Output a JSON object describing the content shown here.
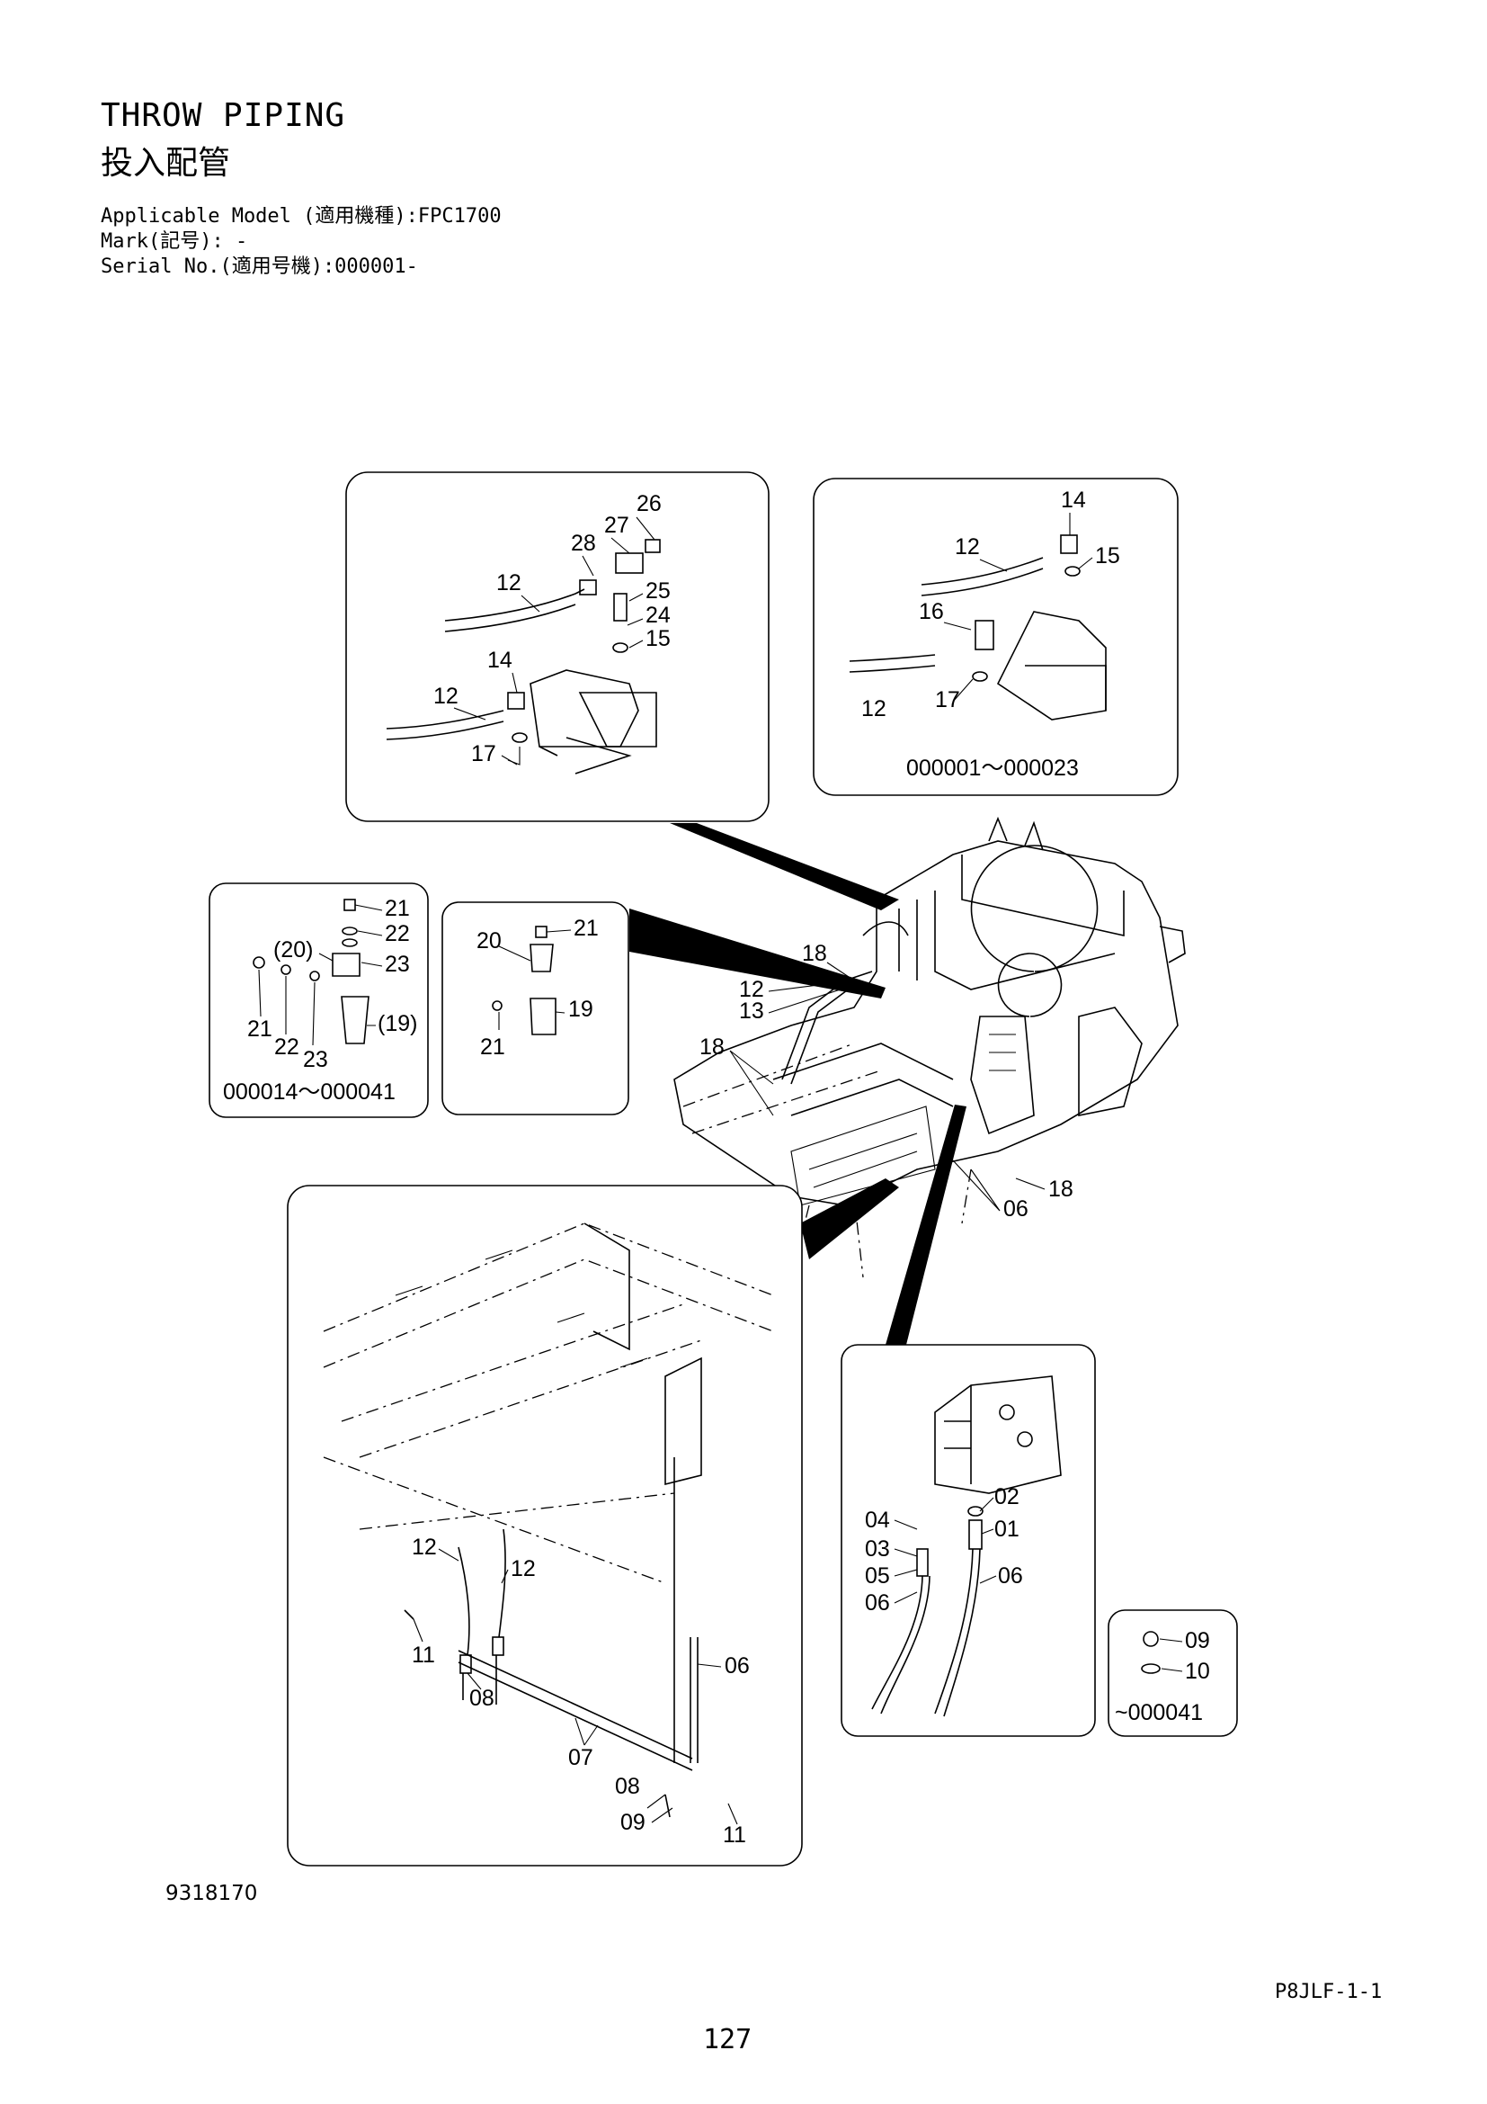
{
  "header": {
    "title_en": "THROW PIPING",
    "title_ja": "投入配管",
    "applicable_model": "Applicable Model (適用機種):FPC1700",
    "mark": "Mark(記号): -",
    "serial_no": "Serial No.(適用号機):000001-"
  },
  "footer": {
    "drawing_number": "9318170",
    "page_code": "P8JLF-1-1",
    "page_number": "127"
  },
  "callouts": {
    "d1": [
      "26",
      "27",
      "28",
      "12",
      "25",
      "24",
      "15",
      "14",
      "12",
      "17"
    ],
    "d2": [
      "14",
      "12",
      "15",
      "16",
      "12",
      "17"
    ],
    "d2_range": "000001～000023",
    "d3": [
      "21",
      "22",
      "(20)",
      "23",
      "21",
      "22",
      "23",
      "(19)"
    ],
    "d3_range": "000014～000041",
    "d4": [
      "20",
      "21",
      "19",
      "21"
    ],
    "main": [
      "18",
      "12",
      "13",
      "18",
      "18",
      "06"
    ],
    "d5": [
      "12",
      "12",
      "11",
      "08",
      "06",
      "07",
      "08",
      "09",
      "11"
    ],
    "d6": [
      "02",
      "04",
      "01",
      "03",
      "05",
      "06",
      "06"
    ],
    "d7": [
      "09",
      "10"
    ],
    "d7_range": "~000041"
  }
}
